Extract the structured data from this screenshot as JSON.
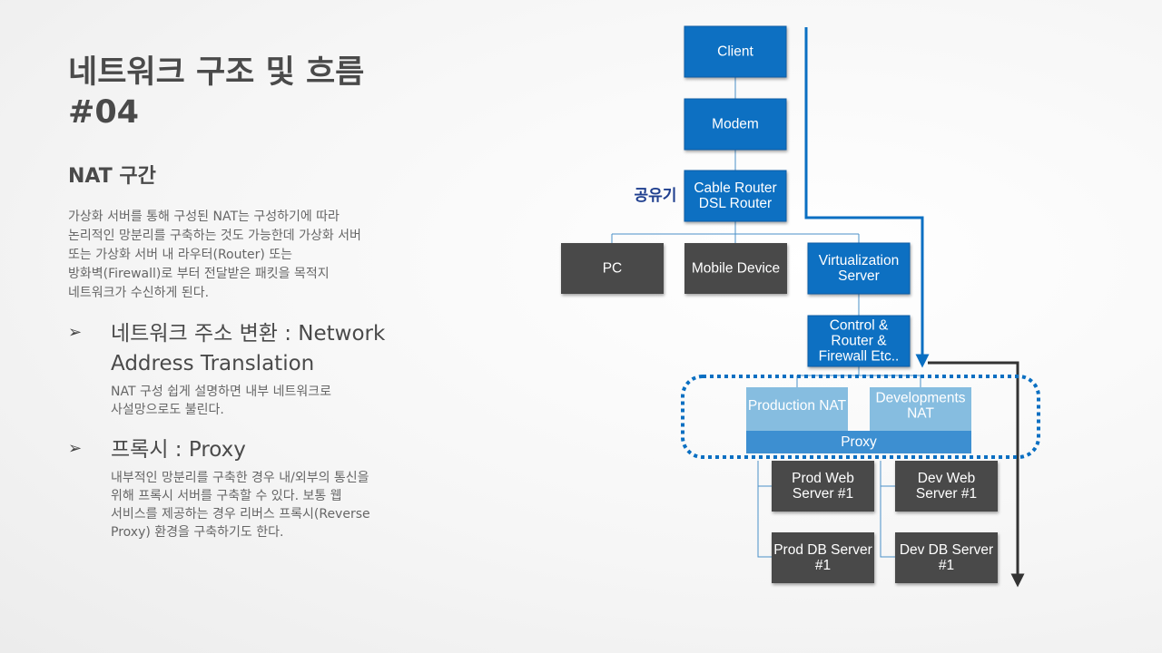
{
  "slide": {
    "title": "네트워크 구조 및 흐름\n#04",
    "section": "NAT 구간",
    "description": "가상화 서버를 통해 구성된 NAT는 구성하기에 따라\n논리적인 망분리를 구축하는 것도 가능한데 가상화 서버\n또는 가상화 서버 내 라우터(Router) 또는\n방화벽(Firewall)로 부터 전달받은 패킷을 목적지\n네트워크가 수신하게 된다.",
    "bullets": [
      {
        "marker": "➢",
        "heading": "네트워크 주소 변환 : Network\nAddress Translation",
        "text": "NAT 구성 쉽게 설명하면 내부 네트워크로\n사설망으로도 불린다."
      },
      {
        "marker": "➢",
        "heading": "프록시 : Proxy",
        "text": "내부적인 망분리를 구축한 경우 내/외부의 통신을\n위해 프록시 서버를 구축할 수 있다. 보통 웹\n서비스를 제공하는 경우 리버스 프록시(Reverse\nProxy) 환경을 구축하기도 한다."
      }
    ]
  },
  "diagram": {
    "colors": {
      "blue": "#0a6fc2",
      "dark": "#4a4a4a",
      "light_blue": "#86bde0",
      "proxy_bar": "#3d8fd1",
      "arrow_blue": "#0a6fc2",
      "arrow_dark": "#333333"
    },
    "router_annotation": "공유기",
    "nodes": {
      "client": {
        "lines": [
          "Client"
        ],
        "style": "blue"
      },
      "modem": {
        "lines": [
          "Modem"
        ],
        "style": "blue"
      },
      "router": {
        "lines": [
          "Cable Router",
          "DSL Router"
        ],
        "style": "blue"
      },
      "pc": {
        "lines": [
          "PC"
        ],
        "style": "dark"
      },
      "mobile": {
        "lines": [
          "Mobile Device"
        ],
        "style": "dark"
      },
      "virt": {
        "lines": [
          "Virtualization",
          "Server"
        ],
        "style": "blue"
      },
      "control": {
        "lines": [
          "Control &",
          "Router &",
          "Firewall Etc.."
        ],
        "style": "blue"
      },
      "prod_nat": {
        "lines": [
          "Production NAT"
        ],
        "style": "light"
      },
      "dev_nat": {
        "lines": [
          "Developments",
          "NAT"
        ],
        "style": "light"
      },
      "proxy": {
        "lines": [
          "Proxy"
        ],
        "style": "proxy"
      },
      "prod_web": {
        "lines": [
          "Prod Web",
          "Server #1"
        ],
        "style": "dark"
      },
      "dev_web": {
        "lines": [
          "Dev Web",
          "Server #1"
        ],
        "style": "dark"
      },
      "prod_db": {
        "lines": [
          "Prod DB Server",
          "#1"
        ],
        "style": "dark"
      },
      "dev_db": {
        "lines": [
          "Dev DB Server",
          "#1"
        ],
        "style": "dark"
      }
    }
  }
}
